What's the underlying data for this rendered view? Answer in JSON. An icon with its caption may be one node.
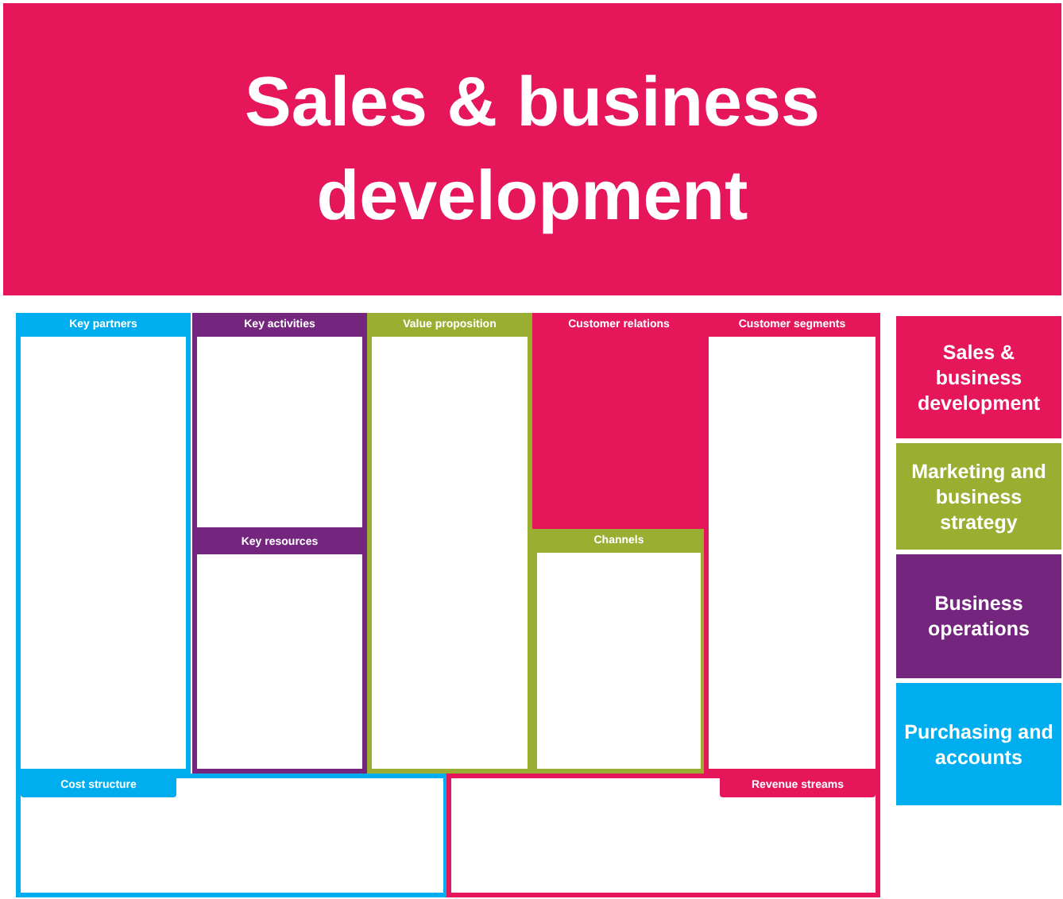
{
  "diagram": {
    "title": "Sales & business development",
    "nodes": [
      {
        "text": [
          "Key partners"
        ]
      },
      {
        "text": [
          "Key activities"
        ]
      },
      {
        "text": [
          "Key resources"
        ]
      },
      {
        "text": [
          "Value proposition"
        ]
      },
      {
        "text": [
          "Customer relations"
        ]
      },
      {
        "text": [
          "Channels"
        ]
      },
      {
        "text": [
          "Customer segments"
        ]
      },
      {
        "text": [
          "Cost structure"
        ]
      },
      {
        "text": [
          "Revenue streams"
        ]
      }
    ],
    "legend": [
      {
        "text": "Sales & business development",
        "color": "#e5175a"
      },
      {
        "text": "Marketing and business strategy",
        "color": "#9aaf32"
      },
      {
        "text": "Business operations",
        "color": "#74267f"
      },
      {
        "text": "Purchasing and accounts",
        "color": "#00aeef"
      }
    ]
  }
}
